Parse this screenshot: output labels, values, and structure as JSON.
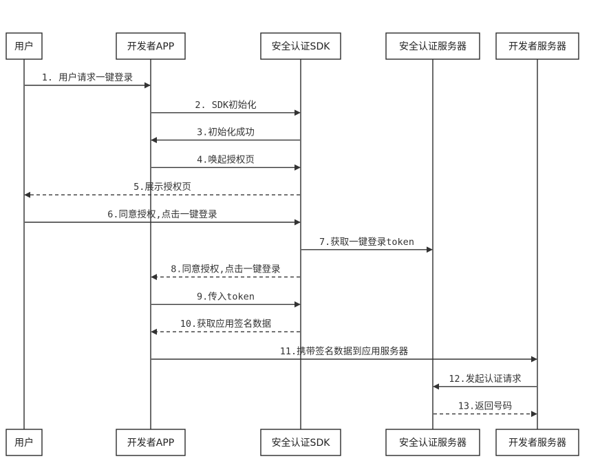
{
  "participants": [
    {
      "id": "user",
      "label": "用户"
    },
    {
      "id": "app",
      "label": "开发者APP"
    },
    {
      "id": "sdk",
      "label": "安全认证SDK"
    },
    {
      "id": "auth",
      "label": "安全认证服务器"
    },
    {
      "id": "dev",
      "label": "开发者服务器"
    }
  ],
  "messages": [
    {
      "from": "user",
      "to": "app",
      "label": "1. 用户请求一键登录",
      "style": "solid"
    },
    {
      "from": "app",
      "to": "sdk",
      "label": "2. SDK初始化",
      "style": "solid"
    },
    {
      "from": "sdk",
      "to": "app",
      "label": "3.初始化成功",
      "style": "solid"
    },
    {
      "from": "app",
      "to": "sdk",
      "label": "4.唤起授权页",
      "style": "solid"
    },
    {
      "from": "sdk",
      "to": "user",
      "label": "5.展示授权页",
      "style": "dashed"
    },
    {
      "from": "user",
      "to": "sdk",
      "label": "6.同意授权,点击一键登录",
      "style": "solid"
    },
    {
      "from": "sdk",
      "to": "auth",
      "label": "7.获取一键登录token",
      "style": "solid"
    },
    {
      "from": "sdk",
      "to": "app",
      "label": "8.同意授权,点击一键登录",
      "style": "dashed"
    },
    {
      "from": "app",
      "to": "sdk",
      "label": "9.传入token",
      "style": "solid"
    },
    {
      "from": "sdk",
      "to": "app",
      "label": "10.获取应用签名数据",
      "style": "dashed"
    },
    {
      "from": "app",
      "to": "dev",
      "label": "11.携带签名数据到应用服务器",
      "style": "solid"
    },
    {
      "from": "dev",
      "to": "auth",
      "label": "12.发起认证请求",
      "style": "solid"
    },
    {
      "from": "auth",
      "to": "dev",
      "label": "13.返回号码",
      "style": "dashed"
    }
  ]
}
